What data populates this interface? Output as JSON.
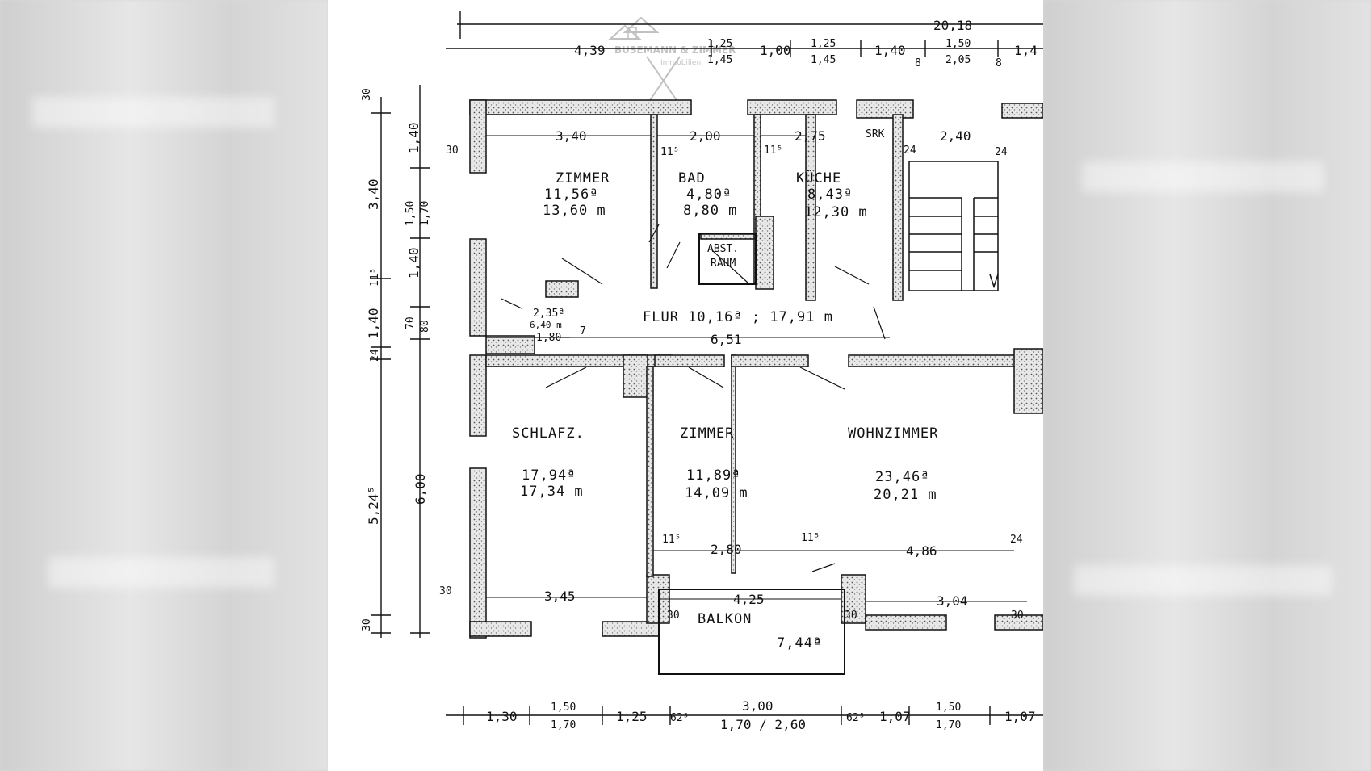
{
  "plan": {
    "watermark": {
      "brand": "BUSEMANN & ZIMMER",
      "sub": "Immobilien"
    },
    "rooms": {
      "zimmer1": {
        "name": "ZIMMER",
        "area": "11,56ª",
        "perimeter": "13,60 m"
      },
      "bad": {
        "name": "BAD",
        "area": "4,80ª",
        "perimeter": "8,80 m"
      },
      "kueche": {
        "name": "KÜCHE",
        "area": "8,43ª",
        "perimeter": "12,30 m"
      },
      "abst": {
        "line1": "ABST.",
        "line2": "RAUM"
      },
      "flur": {
        "name": "FLUR 10,16ª ; 17,91 m"
      },
      "wc": {
        "area": "2,35ª",
        "perimeter": "6,40 m"
      },
      "schlafz": {
        "name": "SCHLAFZ.",
        "area": "17,94ª",
        "perimeter": "17,34 m"
      },
      "zimmer2": {
        "name": "ZIMMER",
        "area": "11,89ª",
        "perimeter": "14,09 m"
      },
      "wohnzimmer": {
        "name": "WOHNZIMMER",
        "area": "23,46ª",
        "perimeter": "20,21 m"
      },
      "balkon": {
        "name": "BALKON",
        "area": "7,44ª"
      }
    },
    "dims_top": {
      "total": "20,18",
      "d1": "4,39",
      "d2a": "1,25",
      "d2b": "1,45",
      "d3": "1,00",
      "d4a": "1,25",
      "d4b": "1,45",
      "d5": "1,40",
      "d6": "8",
      "d7a": "1,50",
      "d7b": "2,05",
      "d8": "8",
      "d9": "1,4"
    },
    "dims_bottom": {
      "b1": "1,30",
      "b2a": "1,50",
      "b2b": "1,70",
      "b3": "1,25",
      "b4": "62⁵",
      "b5a": "3,00",
      "b5b": "1,70 / 2,60",
      "b6": "62⁵",
      "b7": "1,07",
      "b8a": "1,50",
      "b8b": "1,70",
      "b9": "1,07"
    },
    "dims_left": {
      "o1": "3,40",
      "o2": "1,40",
      "o3": "24",
      "o4": "5,24⁵",
      "o5": "30",
      "o6": "30",
      "o7": "11⁵",
      "i1": "1,40",
      "i2a": "1,50",
      "i2b": "1,70",
      "i3": "1,40",
      "i4a": "70",
      "i4b": "80",
      "i5": "6,00"
    },
    "dims_inner": {
      "w_zimmer": "3,40",
      "w_bad": "2,00",
      "w_kueche": "2,75",
      "srk": "SRK",
      "w_treppe": "2,40",
      "t24a": "24",
      "t24b": "24",
      "t30": "30",
      "t115a": "11⁵",
      "t115b": "11⁵",
      "flur_len": "6,51",
      "wc_w": "1,80",
      "wc_7": "7",
      "s_zimmer": "2,80",
      "s_wohn": "4,86",
      "s24": "24",
      "s115a": "11⁵",
      "s115b": "11⁵",
      "w_schlafz": "3,45",
      "w_balkon": "4,25",
      "w_wohn": "3,04",
      "b30a": "30",
      "b30b": "30",
      "b30c": "30",
      "b30d": "30"
    }
  }
}
